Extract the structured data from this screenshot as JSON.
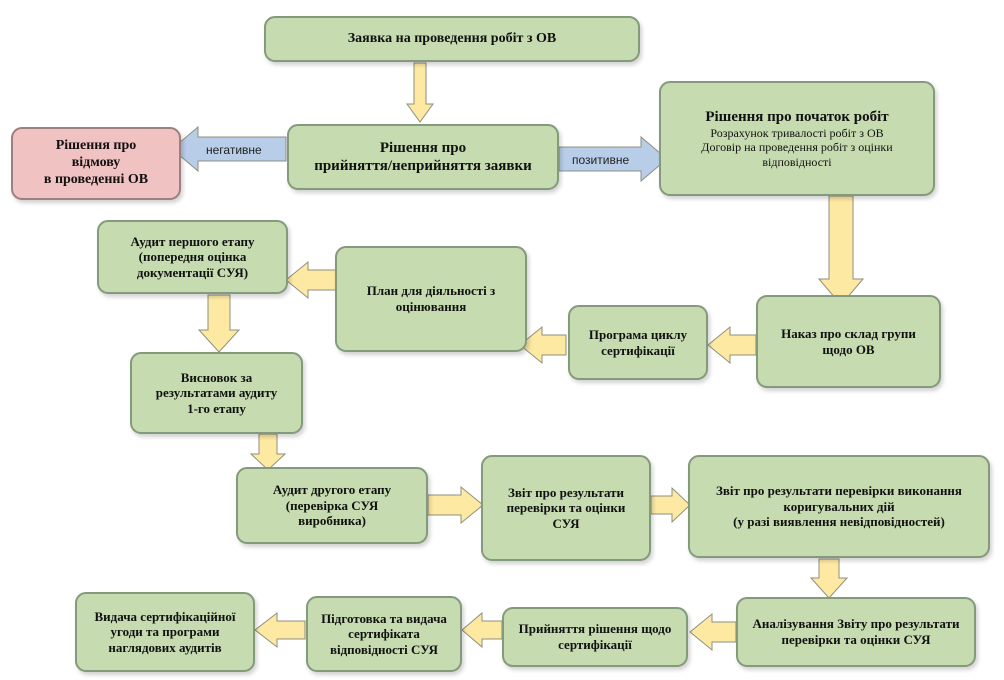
{
  "colors": {
    "box_fill": "#c6dbb0",
    "box_border": "#849a7c",
    "reject_fill": "#f1c2c2",
    "arrow_yellow": "#fde9a2",
    "arrow_blue": "#b7cde8"
  },
  "edge_labels": {
    "negative": "негативне",
    "positive": "позитивне"
  },
  "nodes": {
    "application": {
      "title": "Заявка на проведення робіт з ОВ"
    },
    "decision_accept": {
      "line1": "Рішення про",
      "line2": "прийняття/неприйняття заявки"
    },
    "decision_reject": {
      "line1": "Рішення про",
      "line2": "відмову",
      "line3": "в проведенні ОВ"
    },
    "decision_start": {
      "title": "Рішення про початок робіт",
      "sub1": "Розрахунок тривалості робіт з ОВ",
      "sub2": "Договір на проведення робіт з оцінки",
      "sub3": "відповідності"
    },
    "team_order": {
      "line1": "Наказ про склад групи",
      "line2": "щодо ОВ"
    },
    "cert_program": {
      "line1": "Програма циклу",
      "line2": "сертифікації"
    },
    "assessment_plan": {
      "line1": "План для діяльності з",
      "line2": "оцінювання"
    },
    "stage1_audit": {
      "line1": "Аудит першого етапу",
      "line2": "(попередня оцінка",
      "line3": "документації СУЯ)"
    },
    "stage1_conclusion": {
      "line1": "Висновок за",
      "line2": "результатами аудиту",
      "line3": "1-го етапу"
    },
    "stage2_audit": {
      "line1": "Аудит другого етапу",
      "line2": "(перевірка СУЯ",
      "line3": "виробника)"
    },
    "audit_report": {
      "line1": "Звіт про результати",
      "line2": "перевірки та оцінки",
      "line3": "СУЯ"
    },
    "corrective_report": {
      "line1": "Звіт про результати перевірки виконання",
      "line2": "коригувальних дій",
      "line3": "(у разі виявлення невідповідностей)"
    },
    "report_analysis": {
      "line1": "Аналізування Звіту про результати",
      "line2": "перевірки та оцінки СУЯ"
    },
    "cert_decision": {
      "line1": "Прийняття рішення щодо",
      "line2": "сертифікації"
    },
    "cert_issue": {
      "line1": "Підготовка та видача",
      "line2": "сертифіката",
      "line3": "відповідності СУЯ"
    },
    "agreement_issue": {
      "line1": "Видача сертифікаційної",
      "line2": "угоди та програми",
      "line3": "наглядових аудитів"
    }
  }
}
